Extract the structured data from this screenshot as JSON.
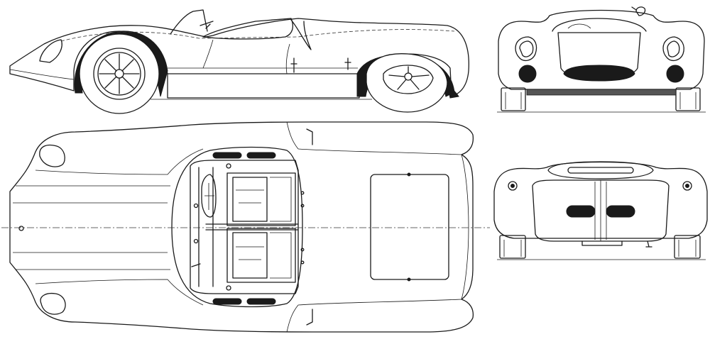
{
  "drawing": {
    "views": [
      {
        "id": "side",
        "label": ""
      },
      {
        "id": "front",
        "label": ""
      },
      {
        "id": "top",
        "label": ""
      },
      {
        "id": "rear",
        "label": ""
      }
    ]
  }
}
